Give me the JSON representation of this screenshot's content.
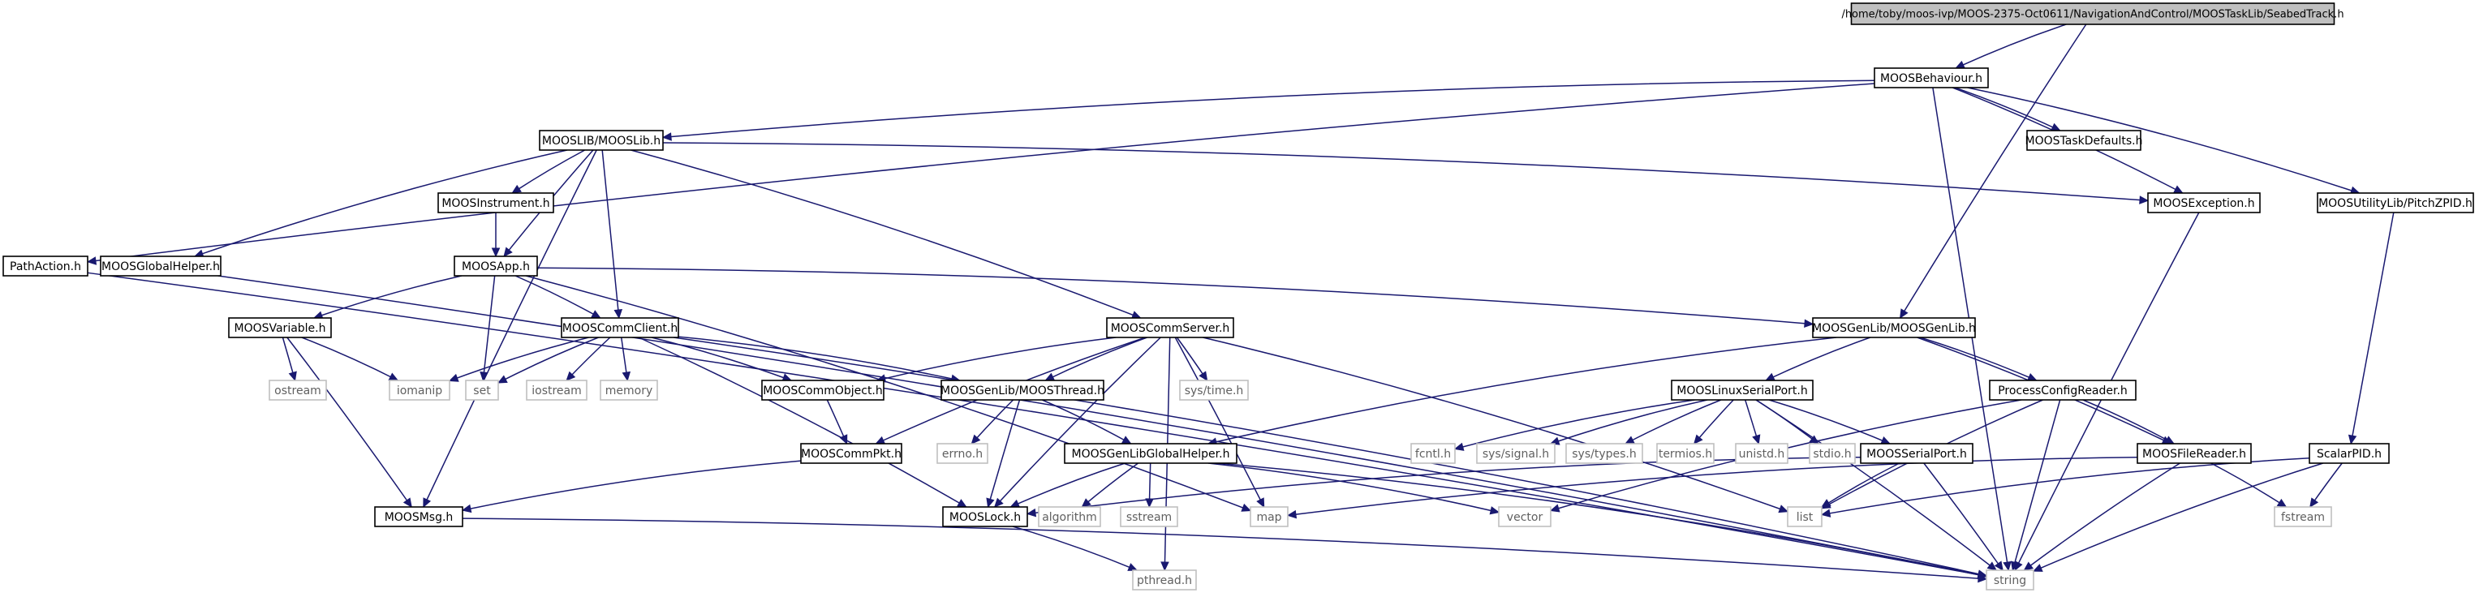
{
  "diagram": {
    "type": "include-dependency-graph",
    "colors": {
      "edge": "#191970",
      "root_fill": "#c0c0c0",
      "node_fill": "#ffffff",
      "node_border": "#000000",
      "external_border": "#c0c0c0",
      "external_text": "#606060",
      "text": "#000000"
    },
    "nodes": [
      {
        "id": "root",
        "label": "/home/toby/moos-ivp/MOOS-2375-Oct0611/NavigationAndControl/MOOSTaskLib/SeabedTrack.h",
        "kind": "root"
      },
      {
        "id": "behaviour",
        "label": "MOOSBehaviour.h",
        "kind": "file"
      },
      {
        "id": "taskdefaults",
        "label": "MOOSTaskDefaults.h",
        "kind": "file"
      },
      {
        "id": "mooslib",
        "label": "MOOSLIB/MOOSLib.h",
        "kind": "file"
      },
      {
        "id": "instrument",
        "label": "MOOSInstrument.h",
        "kind": "file"
      },
      {
        "id": "exception",
        "label": "MOOSException.h",
        "kind": "file"
      },
      {
        "id": "pitchzpid",
        "label": "MOOSUtilityLib/PitchZPID.h",
        "kind": "file"
      },
      {
        "id": "pathaction",
        "label": "PathAction.h",
        "kind": "file"
      },
      {
        "id": "globalhelper",
        "label": "MOOSGlobalHelper.h",
        "kind": "file"
      },
      {
        "id": "app",
        "label": "MOOSApp.h",
        "kind": "file"
      },
      {
        "id": "variable",
        "label": "MOOSVariable.h",
        "kind": "file"
      },
      {
        "id": "commclient",
        "label": "MOOSCommClient.h",
        "kind": "file"
      },
      {
        "id": "commserver",
        "label": "MOOSCommServer.h",
        "kind": "file"
      },
      {
        "id": "genlib",
        "label": "MOOSGenLib/MOOSGenLib.h",
        "kind": "file"
      },
      {
        "id": "ostream",
        "label": "ostream",
        "kind": "external"
      },
      {
        "id": "iomanip",
        "label": "iomanip",
        "kind": "external"
      },
      {
        "id": "set",
        "label": "set",
        "kind": "external"
      },
      {
        "id": "iostream",
        "label": "iostream",
        "kind": "external"
      },
      {
        "id": "memory",
        "label": "memory",
        "kind": "external"
      },
      {
        "id": "commobject",
        "label": "MOOSCommObject.h",
        "kind": "file"
      },
      {
        "id": "thread",
        "label": "MOOSGenLib/MOOSThread.h",
        "kind": "file"
      },
      {
        "id": "systime",
        "label": "sys/time.h",
        "kind": "external"
      },
      {
        "id": "linuxserial",
        "label": "MOOSLinuxSerialPort.h",
        "kind": "file"
      },
      {
        "id": "processconfig",
        "label": "ProcessConfigReader.h",
        "kind": "file"
      },
      {
        "id": "errno",
        "label": "errno.h",
        "kind": "external"
      },
      {
        "id": "commpkt",
        "label": "MOOSCommPkt.h",
        "kind": "file"
      },
      {
        "id": "genlibhelper",
        "label": "MOOSGenLibGlobalHelper.h",
        "kind": "file"
      },
      {
        "id": "fcntl",
        "label": "fcntl.h",
        "kind": "external"
      },
      {
        "id": "syssignal",
        "label": "sys/signal.h",
        "kind": "external"
      },
      {
        "id": "systypes",
        "label": "sys/types.h",
        "kind": "external"
      },
      {
        "id": "termios",
        "label": "termios.h",
        "kind": "external"
      },
      {
        "id": "unistd",
        "label": "unistd.h",
        "kind": "external"
      },
      {
        "id": "stdio",
        "label": "stdio.h",
        "kind": "external"
      },
      {
        "id": "serialport",
        "label": "MOOSSerialPort.h",
        "kind": "file"
      },
      {
        "id": "filereader",
        "label": "MOOSFileReader.h",
        "kind": "file"
      },
      {
        "id": "scalarpid",
        "label": "ScalarPID.h",
        "kind": "file"
      },
      {
        "id": "moosmsg",
        "label": "MOOSMsg.h",
        "kind": "file"
      },
      {
        "id": "mooslock",
        "label": "MOOSLock.h",
        "kind": "file"
      },
      {
        "id": "map",
        "label": "map",
        "kind": "external"
      },
      {
        "id": "algorithm",
        "label": "algorithm",
        "kind": "external"
      },
      {
        "id": "sstream",
        "label": "sstream",
        "kind": "external"
      },
      {
        "id": "vector",
        "label": "vector",
        "kind": "external"
      },
      {
        "id": "list",
        "label": "list",
        "kind": "external"
      },
      {
        "id": "fstream",
        "label": "fstream",
        "kind": "external"
      },
      {
        "id": "pthread",
        "label": "pthread.h",
        "kind": "external"
      },
      {
        "id": "string",
        "label": "string",
        "kind": "external"
      }
    ],
    "edges": [
      [
        "root",
        "behaviour"
      ],
      [
        "root",
        "genlib"
      ],
      [
        "behaviour",
        "taskdefaults"
      ],
      [
        "behaviour",
        "mooslib"
      ],
      [
        "behaviour",
        "pathaction"
      ],
      [
        "behaviour",
        "pitchzpid"
      ],
      [
        "behaviour",
        "exception"
      ],
      [
        "behaviour",
        "string"
      ],
      [
        "mooslib",
        "instrument"
      ],
      [
        "mooslib",
        "globalhelper"
      ],
      [
        "mooslib",
        "app"
      ],
      [
        "mooslib",
        "commclient"
      ],
      [
        "mooslib",
        "commserver"
      ],
      [
        "mooslib",
        "exception"
      ],
      [
        "mooslib",
        "moosmsg"
      ],
      [
        "instrument",
        "app"
      ],
      [
        "app",
        "variable"
      ],
      [
        "app",
        "commclient"
      ],
      [
        "app",
        "set"
      ],
      [
        "app",
        "genlib"
      ],
      [
        "app",
        "map"
      ],
      [
        "variable",
        "ostream"
      ],
      [
        "variable",
        "iomanip"
      ],
      [
        "variable",
        "moosmsg"
      ],
      [
        "commclient",
        "iomanip"
      ],
      [
        "commclient",
        "set"
      ],
      [
        "commclient",
        "iostream"
      ],
      [
        "commclient",
        "memory"
      ],
      [
        "commclient",
        "commobject"
      ],
      [
        "commclient",
        "thread"
      ],
      [
        "commclient",
        "mooslock"
      ],
      [
        "commclient",
        "string"
      ],
      [
        "commserver",
        "commobject"
      ],
      [
        "commserver",
        "commpkt"
      ],
      [
        "commserver",
        "thread"
      ],
      [
        "commserver",
        "systime"
      ],
      [
        "commserver",
        "mooslock"
      ],
      [
        "commserver",
        "map"
      ],
      [
        "commserver",
        "list"
      ],
      [
        "commserver",
        "pthread"
      ],
      [
        "commobject",
        "commpkt"
      ],
      [
        "commpkt",
        "moosmsg"
      ],
      [
        "thread",
        "errno"
      ],
      [
        "thread",
        "mooslock"
      ],
      [
        "thread",
        "genlibhelper"
      ],
      [
        "genlib",
        "genlibhelper"
      ],
      [
        "genlib",
        "linuxserial"
      ],
      [
        "genlib",
        "processconfig"
      ],
      [
        "genlib",
        "filereader"
      ],
      [
        "genlibhelper",
        "mooslock"
      ],
      [
        "genlibhelper",
        "algorithm"
      ],
      [
        "genlibhelper",
        "sstream"
      ],
      [
        "genlibhelper",
        "vector"
      ],
      [
        "genlibhelper",
        "string"
      ],
      [
        "linuxserial",
        "fcntl"
      ],
      [
        "linuxserial",
        "syssignal"
      ],
      [
        "linuxserial",
        "systypes"
      ],
      [
        "linuxserial",
        "termios"
      ],
      [
        "linuxserial",
        "unistd"
      ],
      [
        "linuxserial",
        "stdio"
      ],
      [
        "linuxserial",
        "serialport"
      ],
      [
        "linuxserial",
        "string"
      ],
      [
        "serialport",
        "mooslock"
      ],
      [
        "serialport",
        "list"
      ],
      [
        "serialport",
        "string"
      ],
      [
        "processconfig",
        "filereader"
      ],
      [
        "processconfig",
        "list"
      ],
      [
        "processconfig",
        "string"
      ],
      [
        "processconfig",
        "vector"
      ],
      [
        "filereader",
        "map"
      ],
      [
        "filereader",
        "fstream"
      ],
      [
        "filereader",
        "string"
      ],
      [
        "pitchzpid",
        "scalarpid"
      ],
      [
        "scalarpid",
        "list"
      ],
      [
        "scalarpid",
        "fstream"
      ],
      [
        "scalarpid",
        "string"
      ],
      [
        "exception",
        "string"
      ],
      [
        "pathaction",
        "string"
      ],
      [
        "globalhelper",
        "string"
      ],
      [
        "moosmsg",
        "string"
      ],
      [
        "mooslock",
        "pthread"
      ]
    ]
  }
}
